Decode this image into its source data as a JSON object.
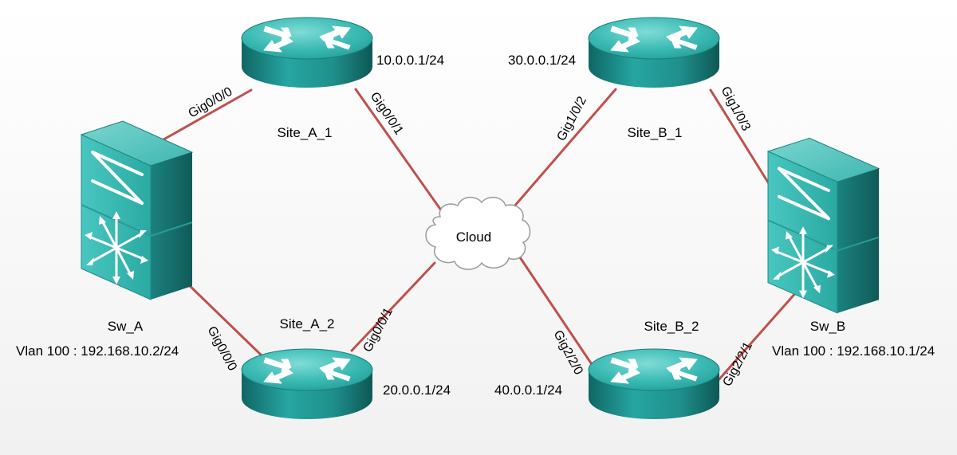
{
  "colors": {
    "link": "#c0504d",
    "device_teal": "#2fb2ac",
    "device_teal_dark": "#16706d",
    "cloud_fill": "#ffffff",
    "cloud_stroke": "#9a9a9a"
  },
  "devices": {
    "site_a_1": {
      "name": "Site_A_1",
      "ip": "10.0.0.1/24",
      "icon": "router-icon"
    },
    "site_a_2": {
      "name": "Site_A_2",
      "ip": "20.0.0.1/24",
      "icon": "router-icon"
    },
    "site_b_1": {
      "name": "Site_B_1",
      "ip": "30.0.0.1/24",
      "icon": "router-icon"
    },
    "site_b_2": {
      "name": "Site_B_2",
      "ip": "40.0.0.1/24",
      "icon": "router-icon"
    },
    "sw_a": {
      "name": "Sw_A",
      "vlan": "Vlan 100 : 192.168.10.2/24",
      "icon": "multilayer-switch-icon"
    },
    "sw_b": {
      "name": "Sw_B",
      "vlan": "Vlan 100 : 192.168.10.1/24",
      "icon": "multilayer-switch-icon"
    },
    "cloud": {
      "name": "Cloud",
      "icon": "cloud-icon"
    }
  },
  "interfaces": {
    "a1_to_swa": "Gig0/0/0",
    "a1_to_cloud": "Gig0/0/1",
    "a2_to_swa": "Gig0/0/0",
    "a2_to_cloud": "Gig0/0/1",
    "b1_to_cloud": "Gig1/0/2",
    "b1_to_swb": "Gig1/0/3",
    "b2_to_cloud": "Gig2/2/0",
    "b2_to_swb": "Gig2/2/1"
  }
}
